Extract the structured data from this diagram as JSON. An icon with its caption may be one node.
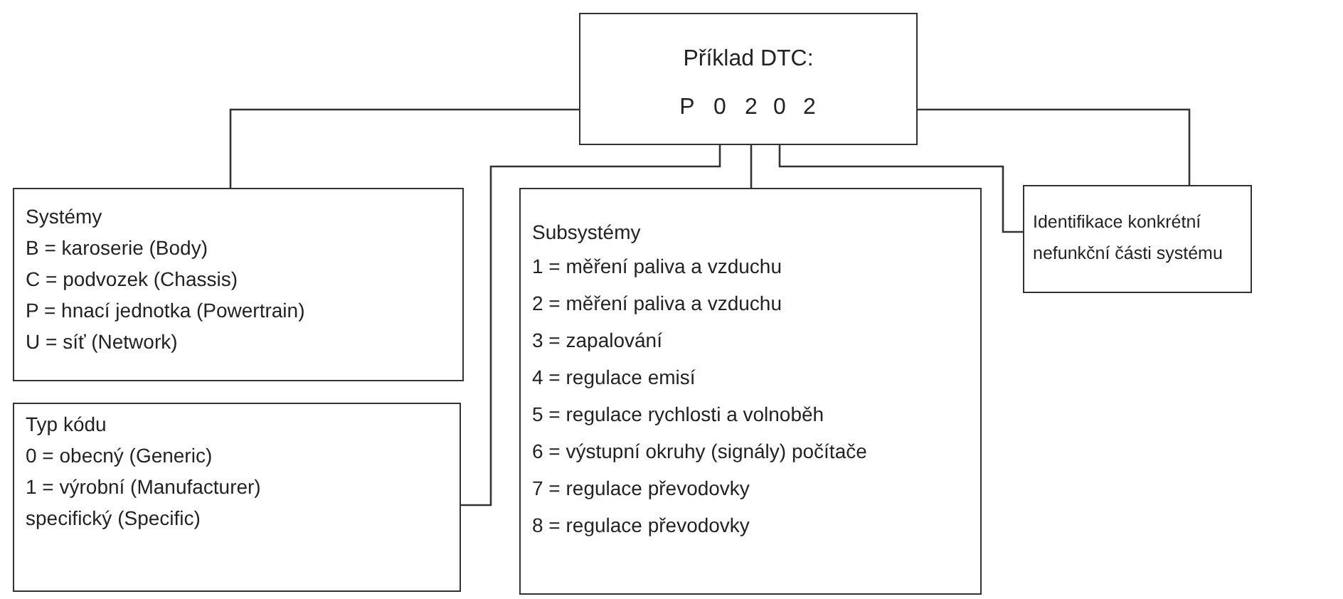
{
  "diagram": {
    "nodes": [
      {
        "text": [
          "Příklad DTC:"
        ]
      },
      {
        "text": [
          "P"
        ],
        "in": 0
      },
      {
        "text": [
          "0"
        ],
        "in": 0
      },
      {
        "text": [
          "2"
        ],
        "in": 0
      },
      {
        "text": [
          "0"
        ],
        "in": 0
      },
      {
        "text": [
          "2"
        ],
        "in": 0
      },
      {
        "text": [
          "Systémy",
          "B = karoserie (Body)",
          "C = podvozek (Chassis)",
          "P = hnací jednotka (Powertrain)",
          "U = síť (Network)"
        ]
      },
      {
        "text": [
          "Typ kódu",
          "0 = obecný (Generic)",
          "1 = výrobní (Manufacturer)",
          "specifický (Specific)"
        ]
      },
      {
        "text": [
          "Subsystémy",
          "1 = měření paliva a vzduchu",
          "2 = měření paliva a vzduchu",
          "3 = zapalování",
          "4 = regulace emisí",
          "5 = regulace rychlosti a volnoběh",
          "6 = výstupní okruhy (signály) počítače",
          "7 = regulace převodovky",
          "8 = regulace převodovky"
        ]
      },
      {
        "text": [
          "Identifikace konkrétní nefunkční části systému"
        ]
      }
    ],
    "edges": [
      {
        "from": 1,
        "to": 6,
        "arrow": "none"
      },
      {
        "from": 2,
        "to": 7,
        "arrow": "none"
      },
      {
        "from": 3,
        "to": 8,
        "arrow": "none"
      },
      {
        "from": 4,
        "to": 9,
        "arrow": "none"
      },
      {
        "from": 5,
        "to": 9,
        "arrow": "none"
      }
    ]
  }
}
